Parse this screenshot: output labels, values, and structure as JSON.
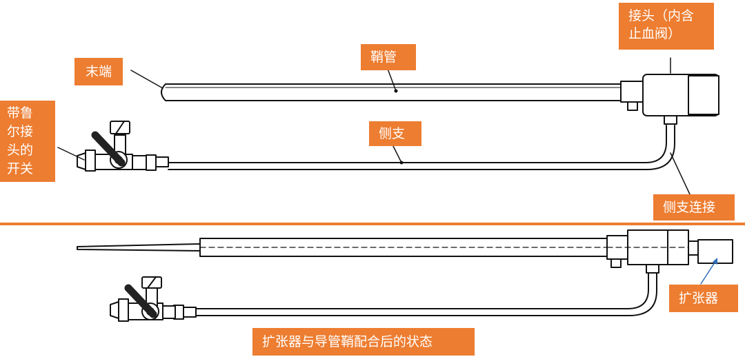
{
  "colors": {
    "label_bg": "#ED7D31",
    "label_text": "#FFFFFF",
    "divider": "#ED7D31",
    "drawing": "#111111",
    "pointer": "#2F6EBA"
  },
  "labels": {
    "tip": "末端",
    "sheath": "鞘管",
    "hub": [
      "接头（内含",
      "止血阀）"
    ],
    "stopcock": [
      "带鲁",
      "尔接",
      "头的",
      "开关"
    ],
    "side_arm": "侧支",
    "side_arm_connection": "侧支连接",
    "dilator": "扩张器",
    "caption": "扩张器与导管鞘配合后的状态"
  }
}
